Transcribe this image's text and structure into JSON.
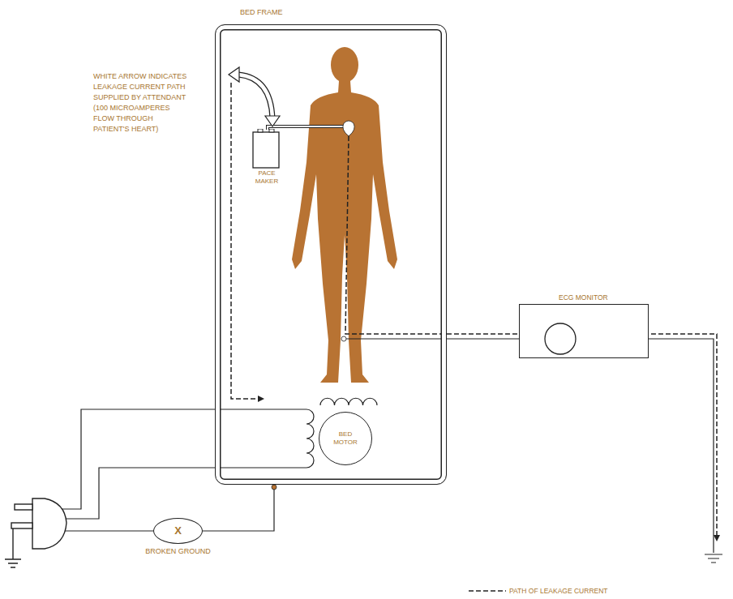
{
  "diagram": {
    "nodes": [
      {
        "text": [
          "BED FRAME"
        ]
      },
      {
        "text": [
          "PACE MAKER"
        ],
        "in": 0
      },
      {
        "text": [
          "BED MOTOR"
        ],
        "in": 0
      },
      {
        "text": [
          "ECG MONITOR"
        ]
      },
      {
        "text": [
          "X",
          "BROKEN GROUND"
        ]
      }
    ],
    "edges": [
      {
        "from": 4,
        "to": 0,
        "arrow": "none"
      }
    ],
    "labels": [
      "WHITE ARROW INDICATES LEAKAGE CURRENT PATH SUPPLIED BY ATTENDANT (100 MICROAMPERES FLOW THROUGH PATIENT'S HEART)"
    ],
    "legend": [
      {
        "text": "PATH OF LEAKAGE CURRENT"
      }
    ]
  }
}
